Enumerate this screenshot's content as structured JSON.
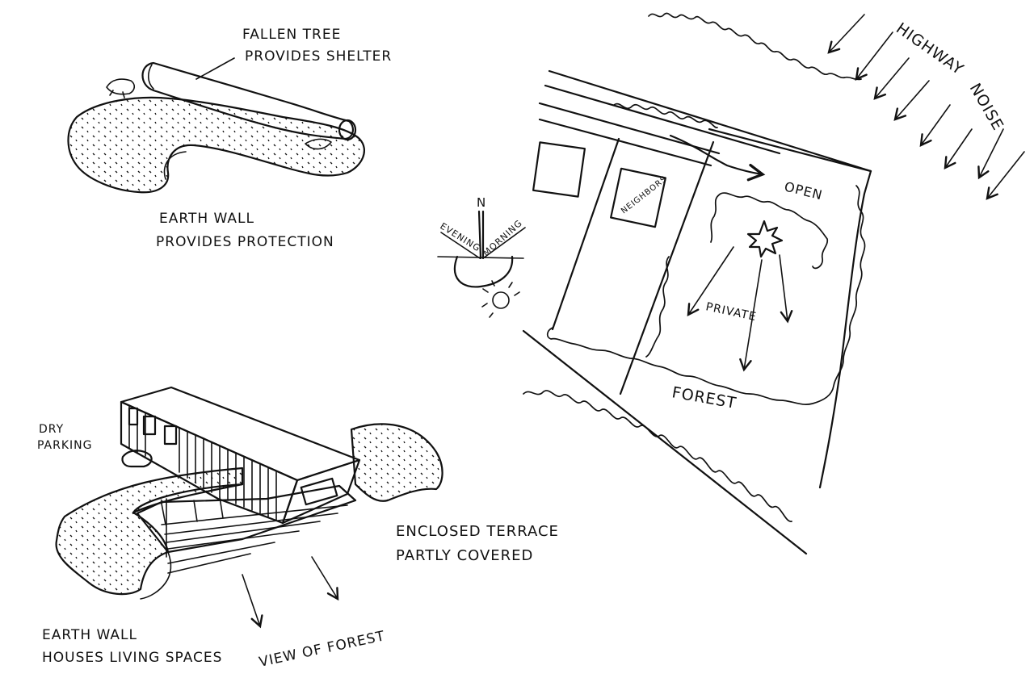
{
  "sketch_fallen_tree": {
    "label_line1": "FALLEN TREE",
    "label_line2": "PROVIDES SHELTER",
    "earth_line1": "EARTH WALL",
    "earth_line2": "PROVIDES PROTECTION"
  },
  "site_plan": {
    "highway_line1": "HIGHWAY",
    "highway_line2": "NOISE",
    "neighbors": "NEIGHBORS",
    "open": "OPEN",
    "private": "PRIVATE",
    "forest": "FOREST"
  },
  "sun_path": {
    "north": "N",
    "evening": "EVENING",
    "morning": "MORNING"
  },
  "building_sketch": {
    "dry_line1": "DRY",
    "dry_line2": "PARKING",
    "terrace_line1": "ENCLOSED TERRACE",
    "terrace_line2": "PARTLY COVERED",
    "earth_line1": "EARTH WALL",
    "earth_line2": "HOUSES LIVING SPACES",
    "view": "VIEW OF FOREST"
  }
}
